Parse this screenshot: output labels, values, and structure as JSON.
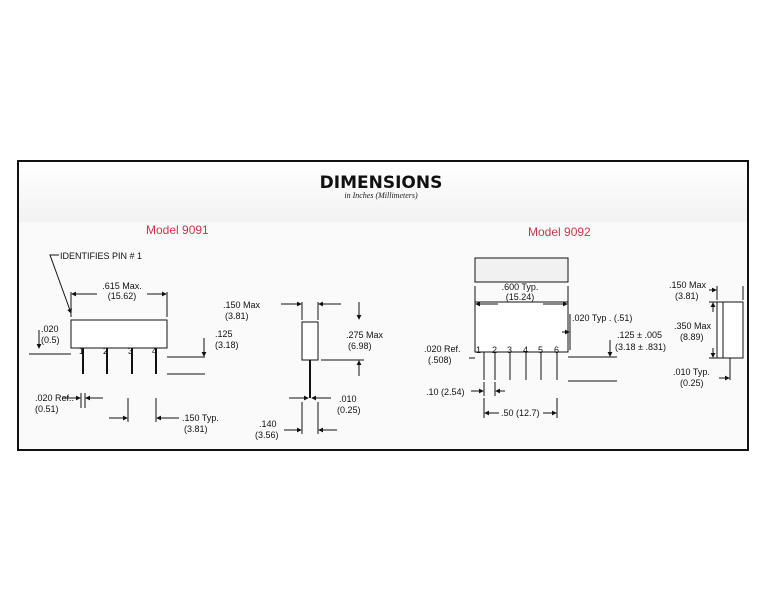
{
  "title": "DIMENSIONS",
  "subtitle": "in Inches (Millimeters)",
  "model_9091": {
    "label": "Model 9091",
    "identifies_pin": "IDENTIFIES PIN # 1",
    "pins": [
      "1",
      "2",
      "3",
      "4"
    ],
    "dims": {
      "len_in": ".615 Max.",
      "len_mm": "(15.62)",
      "lead_in": ".020",
      "lead_mm": "(0.5)",
      "ht_in": ".125",
      "ht_mm": "(3.18)",
      "ref_in": ".020  Ref..",
      "ref_mm": "(0.51)",
      "pitch_in": ".150  Typ.",
      "pitch_mm": "(3.81)",
      "w_in": ".150 Max",
      "w_mm": "(3.81)",
      "h_in": ".275 Max",
      "h_mm": "(6.98)",
      "pw_in": ".010",
      "pw_mm": "(0.25)",
      "span_in": ".140",
      "span_mm": "(3.56)"
    }
  },
  "model_9092": {
    "label": "Model  9092",
    "pins": [
      "1",
      "2",
      "3",
      "4",
      "5",
      "6"
    ],
    "dims": {
      "len_in": ".600 Typ.",
      "len_mm": "(15.24)",
      "lead_in": ".020 Typ . (.51)",
      "ref_in": ".020 Ref.",
      "ref_mm": "(.508)",
      "tol": ".125 ± .005",
      "tol_mm": "(3.18 ± .831)",
      "pitch": ".10  (2.54)",
      "span": ".50  (12.7)",
      "w_in": ".150 Max",
      "w_mm": "(3.81)",
      "h_in": ".350 Max",
      "h_mm": "(8.89)",
      "pw_in": ".010 Typ.",
      "pw_mm": "(0.25)"
    }
  }
}
